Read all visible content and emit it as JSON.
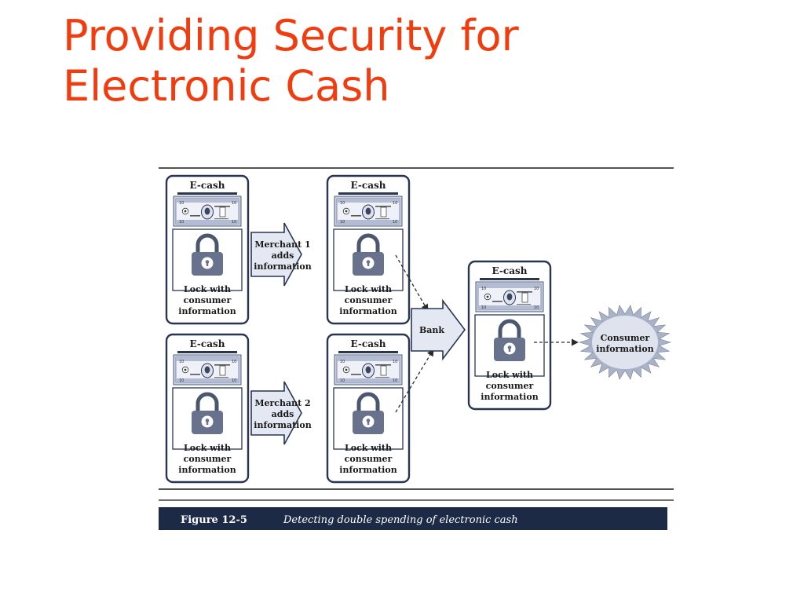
{
  "slide": {
    "title_line1": "Providing Security for",
    "title_line2": "Electronic Cash"
  },
  "figure": {
    "ecash_label": "E-cash",
    "lock_caption_line1": "Lock with",
    "lock_caption_line2": "consumer",
    "lock_caption_line3": "information",
    "merchant1_line1": "Merchant 1",
    "merchant2_line1": "Merchant 2",
    "merchant_line2": "adds",
    "merchant_line3": "information",
    "bank_label": "Bank",
    "consumer_info_line1": "Consumer",
    "consumer_info_line2": "information",
    "caption_number": "Figure 12-5",
    "caption_text": "Detecting double spending of electronic cash"
  }
}
